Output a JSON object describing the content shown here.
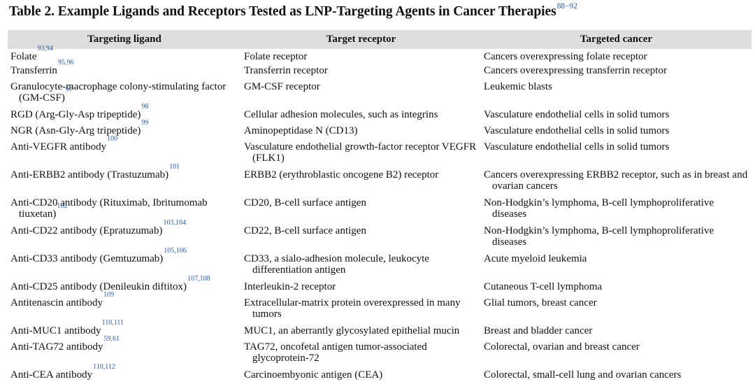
{
  "table": {
    "title": "Table 2. Example Ligands and Receptors Tested as LNP-Targeting Agents in Cancer Therapies",
    "title_ref": "88−92",
    "columns": [
      "Targeting ligand",
      "Target receptor",
      "Targeted cancer"
    ],
    "rows": [
      {
        "ligand": "Folate",
        "ref": "93,94",
        "receptor": "Folate receptor",
        "cancer": "Cancers overexpressing folate receptor"
      },
      {
        "ligand": "Transferrin",
        "ref": "95,96",
        "receptor": "Transferrin receptor",
        "cancer": "Cancers overexpressing transferrin receptor"
      },
      {
        "ligand": "Granulocyte-macrophage colony-stimulating factor (GM-CSF)",
        "ref": "97",
        "receptor": "GM-CSF receptor",
        "cancer": "Leukemic blasts"
      },
      {
        "ligand": "RGD (Arg-Gly-Asp tripeptide)",
        "ref": "98",
        "receptor": "Cellular adhesion molecules, such as integrins",
        "cancer": "Vasculature endothelial cells in solid tumors"
      },
      {
        "ligand": "NGR (Asn-Gly-Arg tripeptide)",
        "ref": "99",
        "receptor": "Aminopeptidase N (CD13)",
        "cancer": "Vasculature endothelial cells in solid tumors"
      },
      {
        "ligand": "Anti-VEGFR antibody",
        "ref": "100",
        "receptor": "Vasculature endothelial growth-factor receptor VEGFR (FLK1)",
        "cancer": "Vasculature endothelial cells in solid tumors"
      },
      {
        "ligand": "Anti-ERBB2 antibody (Trastuzumab)",
        "ref": "101",
        "receptor": "ERBB2 (erythroblastic oncogene B2) receptor",
        "cancer": "Cancers overexpressing ERBB2 receptor, such as in breast and ovarian cancers"
      },
      {
        "ligand": "Anti-CD20 antibody (Rituximab, Ibritumomab tiuxetan)",
        "ref": "102",
        "receptor": "CD20, B-cell surface antigen",
        "cancer": "Non-Hodgkin’s lymphoma, B-cell lymphoproliferative diseases"
      },
      {
        "ligand": "Anti-CD22 antibody (Epratuzumab)",
        "ref": "103,104",
        "receptor": "CD22, B-cell surface antigen",
        "cancer": "Non-Hodgkin’s lymphoma, B-cell lymphoproliferative diseases"
      },
      {
        "ligand": "Anti-CD33 antibody (Gemtuzumab)",
        "ref": "105,106",
        "receptor": "CD33, a sialo-adhesion molecule, leukocyte differentiation antigen",
        "cancer": "Acute myeloid leukemia"
      },
      {
        "ligand": "Anti-CD25 antibody (Denileukin diftitox)",
        "ref": "107,108",
        "receptor": "Interleukin-2 receptor",
        "cancer": "Cutaneous T-cell lymphoma"
      },
      {
        "ligand": "Antitenascin antibody",
        "ref": "109",
        "receptor": "Extracellular-matrix protein overexpressed in many tumors",
        "cancer": "Glial tumors, breast cancer"
      },
      {
        "ligand": "Anti-MUC1 antibody",
        "ref": "110,111",
        "receptor": "MUC1, an aberrantly glycosylated epithelial mucin",
        "cancer": "Breast and bladder cancer"
      },
      {
        "ligand": "Anti-TAG72 antibody",
        "ref": "59,61",
        "receptor": "TAG72, oncofetal antigen tumor-associated glycoprotein-72",
        "cancer": "Colorectal, ovarian and breast cancer"
      },
      {
        "ligand": "Anti-CEA antibody",
        "ref": "110,112",
        "receptor": "Carcinoembyonic antigen (CEA)",
        "cancer": "Colorectal, small-cell lung and ovarian cancers"
      }
    ]
  }
}
